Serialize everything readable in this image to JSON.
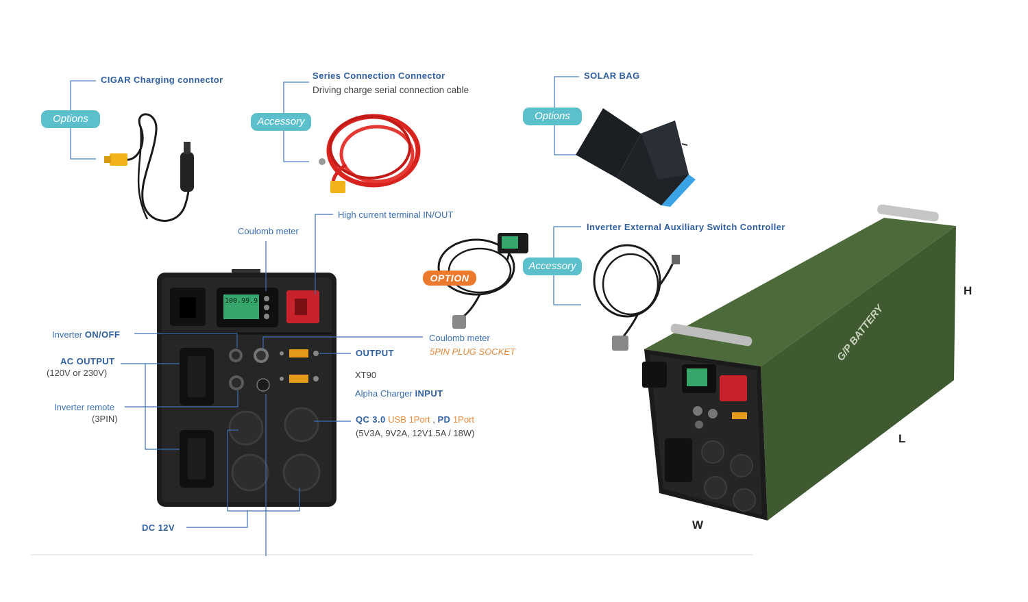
{
  "top_items": {
    "cigar": {
      "title": "CIGAR Charging connector",
      "badge": "Options"
    },
    "series": {
      "title": "Series Connection Connector",
      "subtitle": "Driving charge serial connection cable",
      "badge": "Accessory"
    },
    "solar": {
      "title": "SOLAR BAG",
      "badge": "Options"
    }
  },
  "panel": {
    "coulomb_meter_top": "Coulomb meter",
    "high_current": "High current terminal IN/OUT",
    "inverter_on_off_pre": "Inverter ",
    "inverter_on_off_bold": "ON/OFF",
    "ac_output": "AC OUTPUT",
    "ac_output_sub": "(120V or 230V)",
    "inverter_remote": "Inverter remote",
    "inverter_remote_sub": "(3PIN)",
    "dc12v": "DC 12V",
    "output": "OUTPUT",
    "xt90": "XT90",
    "alpha_pre": "Alpha Charger ",
    "alpha_bold": "INPUT",
    "qc_bold1": "QC 3.0",
    "qc_usb": " USB ",
    "qc_1port": "1Port",
    "qc_comma": " , ",
    "qc_pd": "PD",
    "qc_1port2": " 1Port",
    "qc_sub": "(5V3A, 9V2A, 12V1.5A / 18W)",
    "meter_display": "100.99.9"
  },
  "coulomb_option": {
    "badge": "OPTION",
    "label": "Coulomb meter",
    "sub": "5PIN PLUG SOCKET"
  },
  "inverter_switch": {
    "title": "Inverter External Auxiliary Switch Controller",
    "badge": "Accessory"
  },
  "battery": {
    "brand": "G/P BATTERY",
    "dim_h": "H",
    "dim_l": "L",
    "dim_w": "W"
  },
  "colors": {
    "accent_blue": "#2f5fa0",
    "badge_teal": "#5bc0cc",
    "badge_orange": "#ec7a2e",
    "battery_green": "#3f5a30"
  }
}
